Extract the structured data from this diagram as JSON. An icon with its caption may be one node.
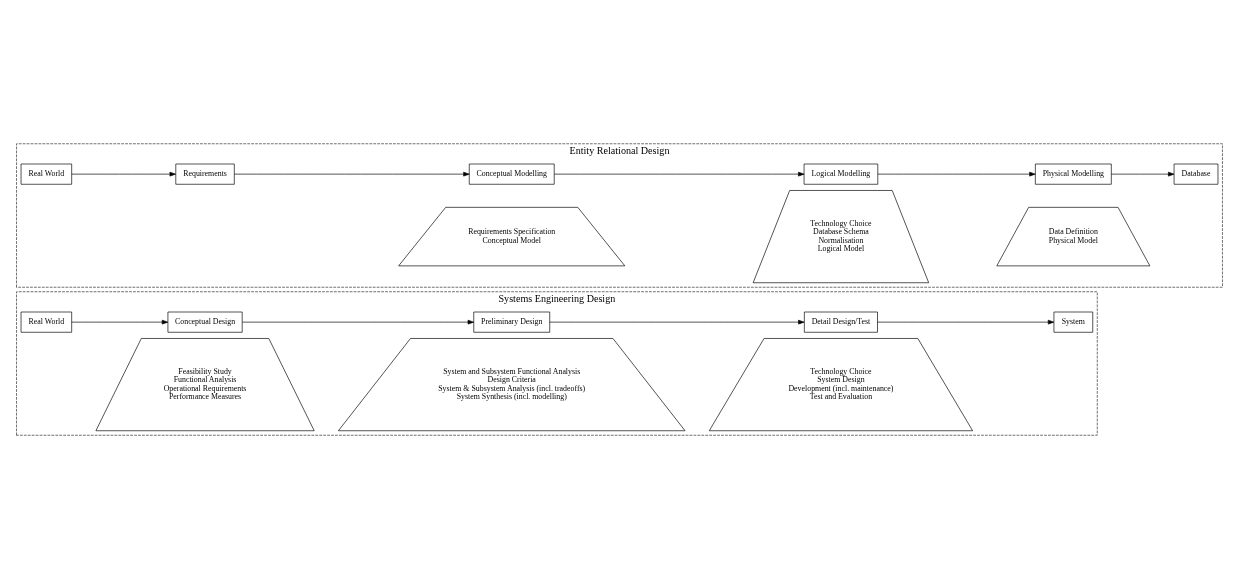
{
  "diagram": {
    "nodes": [
      {
        "text": [
          "Systems Engineering Design"
        ]
      },
      {
        "text": [
          "Real World"
        ],
        "in": 0
      },
      {
        "text": [
          "Conceptual Design"
        ],
        "in": 0
      },
      {
        "text": [
          "Feasibility Study",
          "Functional Analysis",
          "Operational Requirements",
          "Performance Measures"
        ],
        "in": 0
      },
      {
        "text": [
          "Preliminary Design"
        ],
        "in": 0
      },
      {
        "text": [
          "System and Subsystem Functional Analysis",
          "Design Criteria",
          "System & Subsystem Analysis (incl. tradeoffs)",
          "System Synthesis (incl. modelling)"
        ],
        "in": 0
      },
      {
        "text": [
          "Detail Design/Test"
        ],
        "in": 0
      },
      {
        "text": [
          "Technology Choice",
          "System Design",
          "Development (incl. maintenance)",
          "Test and Evaluation"
        ],
        "in": 0
      },
      {
        "text": [
          "System"
        ],
        "in": 0
      },
      {
        "text": [
          "Entity Relational Design"
        ]
      },
      {
        "text": [
          "Real World"
        ],
        "in": 9
      },
      {
        "text": [
          "Requirements"
        ],
        "in": 9
      },
      {
        "text": [
          "Conceptual Modelling"
        ],
        "in": 9
      },
      {
        "text": [
          "Requirements Specification",
          "Conceptual Model"
        ],
        "in": 9
      },
      {
        "text": [
          "Logical Modelling"
        ],
        "in": 9
      },
      {
        "text": [
          "Technology Choice",
          "Database Schema",
          "Normalisation",
          "Logical Model"
        ],
        "in": 9
      },
      {
        "text": [
          "Physical Modelling"
        ],
        "in": 9
      },
      {
        "text": [
          "Data Definition",
          "Physical Model"
        ],
        "in": 9
      },
      {
        "text": [
          "Database"
        ],
        "in": 9
      }
    ],
    "edges": [
      {
        "from": 1,
        "to": 2,
        "arrow": "to"
      },
      {
        "from": 2,
        "to": 4,
        "arrow": "to"
      },
      {
        "from": 4,
        "to": 6,
        "arrow": "to"
      },
      {
        "from": 6,
        "to": 8,
        "arrow": "to"
      },
      {
        "from": 10,
        "to": 11,
        "arrow": "to"
      },
      {
        "from": 11,
        "to": 12,
        "arrow": "to"
      },
      {
        "from": 12,
        "to": 14,
        "arrow": "to"
      },
      {
        "from": 14,
        "to": 16,
        "arrow": "to"
      },
      {
        "from": 16,
        "to": 18,
        "arrow": "to"
      }
    ]
  }
}
